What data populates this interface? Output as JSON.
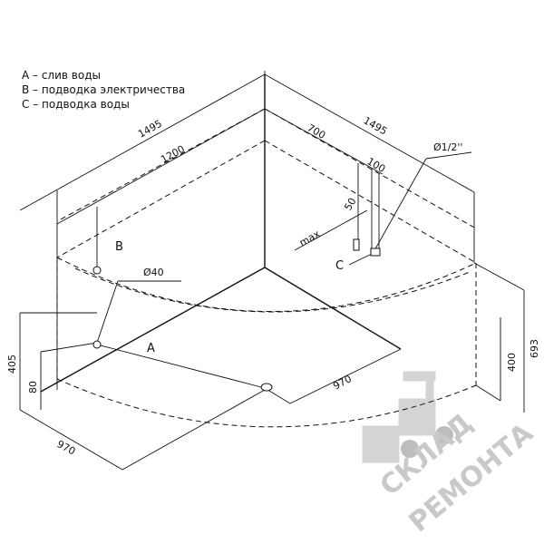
{
  "legend": {
    "a": "A – слив воды",
    "b": "B – подводка электричества",
    "c": "C – подводка воды"
  },
  "dimensions": {
    "top_left_total": "1495",
    "top_right_total": "1495",
    "inner_left": "1200",
    "inner_right": "700",
    "pipe_spacing": "100",
    "pipe_offset": "50",
    "max_label": "max",
    "pipe_diameter": "Ø1/2''",
    "drain_diameter": "Ø40",
    "bottom_left": "970",
    "bottom_right": "970",
    "height_left": "405",
    "height_left_small": "80",
    "height_right_inner": "400",
    "height_right_outer": "693"
  },
  "labels": {
    "a": "A",
    "b": "B",
    "c": "C"
  },
  "watermark": {
    "line1": "СКЛАД",
    "line2": "РЕМОНТА"
  },
  "colors": {
    "line": "#111111",
    "watermark": "#c9c9c9"
  }
}
